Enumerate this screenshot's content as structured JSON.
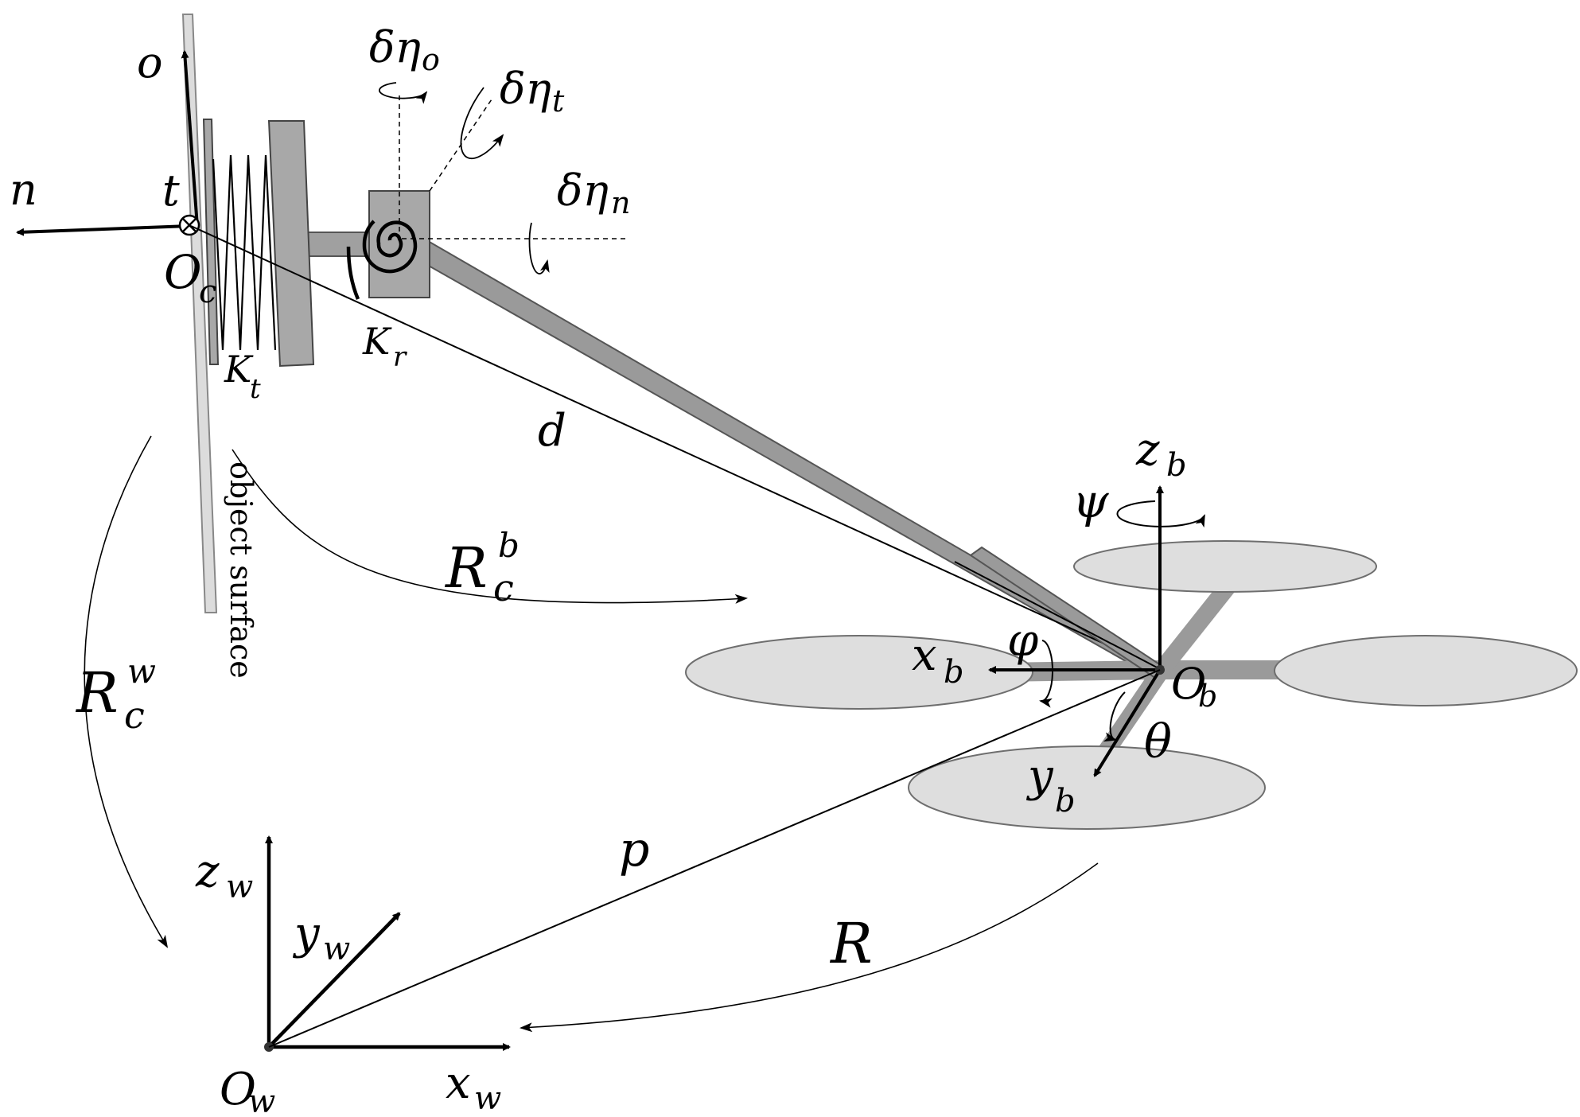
{
  "labels": {
    "o": "o",
    "n": "n",
    "t": "t",
    "O_c": "O",
    "O_c_sub": "c",
    "K_t": "K",
    "K_t_sub": "t",
    "K_r": "K",
    "K_r_sub": "r",
    "d": "d",
    "p": "p",
    "R": "R",
    "deta": "δη",
    "deta_o_sub": "o",
    "deta_t_sub": "t",
    "deta_n_sub": "n",
    "object_surface": "object surface",
    "R_cb": "R",
    "R_cb_sub": "c",
    "R_cb_sup": "b",
    "R_cw": "R",
    "R_cw_sub": "c",
    "R_cw_sup": "w",
    "z": "z",
    "z_b_sub": "b",
    "x": "x",
    "x_b_sub": "b",
    "y": "y",
    "y_b_sub": "b",
    "O_b": "O",
    "O_b_sub": "b",
    "psi": "ψ",
    "phi": "φ",
    "theta": "θ",
    "z_w_sub": "w",
    "y_w_sub": "w",
    "x_w_sub": "w",
    "O_w": "O",
    "O_w_sub": "w"
  },
  "colors": {
    "ink": "#000000",
    "rod": "#9a9a9a",
    "rod_edge": "#555555",
    "rotor": "#dedede",
    "rotor_edge": "#6e6e6e",
    "surface": "#d8d8d8",
    "spring_plate": "#a8a8a8"
  }
}
